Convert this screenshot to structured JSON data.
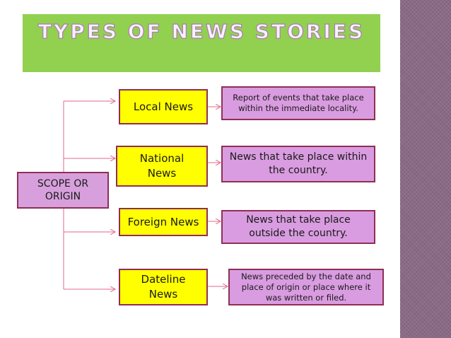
{
  "slide": {
    "title": "TYPES OF NEWS STORIES"
  },
  "diagram": {
    "root": {
      "label": "SCOPE OR ORIGIN"
    },
    "categories": [
      {
        "label": "Local News",
        "description": "Report of events that take place within the immediate locality."
      },
      {
        "label": "National News",
        "description": "News that take place within the country."
      },
      {
        "label": "Foreign News",
        "description": "News that take place outside the country."
      },
      {
        "label": "Dateline News",
        "description": "News preceded by the date and place of origin or place where it was written or filed."
      }
    ]
  },
  "colors": {
    "title_band": "#92d050",
    "category_fill": "#ffff00",
    "description_fill": "#d99ce0",
    "root_fill": "#d7a0dc",
    "box_border": "#8f2f55",
    "connector": "#e06a8a",
    "sidebar": "#8a6a86"
  }
}
